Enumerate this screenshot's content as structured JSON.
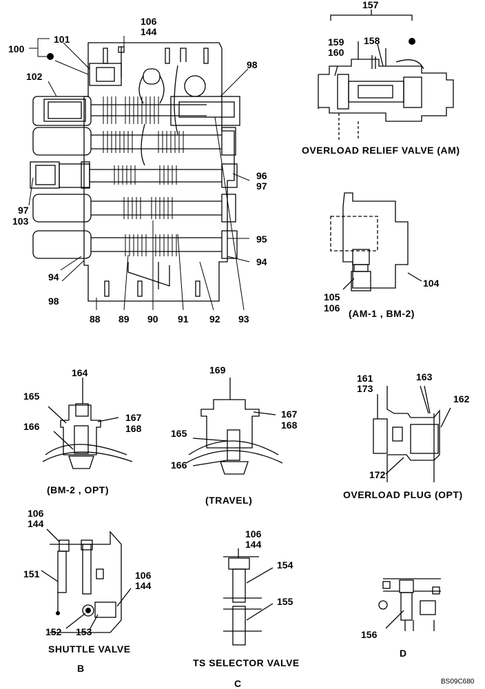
{
  "drawing_code": "BS09C680",
  "captions": {
    "overload_relief": "OVERLOAD  RELIEF  VALVE  (AM)",
    "am_bm": "(AM-1 , BM-2)",
    "bm_opt": "(BM-2 , OPT)",
    "travel": "(TRAVEL)",
    "overload_plug": "OVERLOAD  PLUG  (OPT)",
    "shuttle": "SHUTTLE  VALVE",
    "ts_selector": "TS  SELECTOR  VALVE",
    "view_b": "B",
    "view_c": "C",
    "view_d": "D"
  },
  "labels": {
    "main_100": "100",
    "main_101": "101",
    "main_102": "102",
    "main_106_144_a": "106",
    "main_106_144_b": "144",
    "main_98_top": "98",
    "main_96": "96",
    "main_97_r": "97",
    "main_97_l": "97",
    "main_103": "103",
    "main_95": "95",
    "main_94_r": "94",
    "main_94_l": "94",
    "main_98_l": "98",
    "main_88": "88",
    "main_89": "89",
    "main_90": "90",
    "main_91": "91",
    "main_92": "92",
    "main_93": "93",
    "orv_157": "157",
    "orv_159": "159",
    "orv_160": "160",
    "orv_158": "158",
    "am_104": "104",
    "am_105": "105",
    "am_106": "106",
    "bm_164": "164",
    "bm_165": "165",
    "bm_166": "166",
    "bm_167": "167",
    "bm_168": "168",
    "tr_169": "169",
    "tr_167": "167",
    "tr_168": "168",
    "tr_165": "165",
    "tr_166": "166",
    "op_161": "161",
    "op_173": "173",
    "op_163": "163",
    "op_162": "162",
    "op_172": "172",
    "sv_106a": "106",
    "sv_144a": "144",
    "sv_151": "151",
    "sv_106b": "106",
    "sv_144b": "144",
    "sv_152": "152",
    "sv_153": "153",
    "ts_106": "106",
    "ts_144": "144",
    "ts_154": "154",
    "ts_155": "155",
    "d_156": "156"
  }
}
